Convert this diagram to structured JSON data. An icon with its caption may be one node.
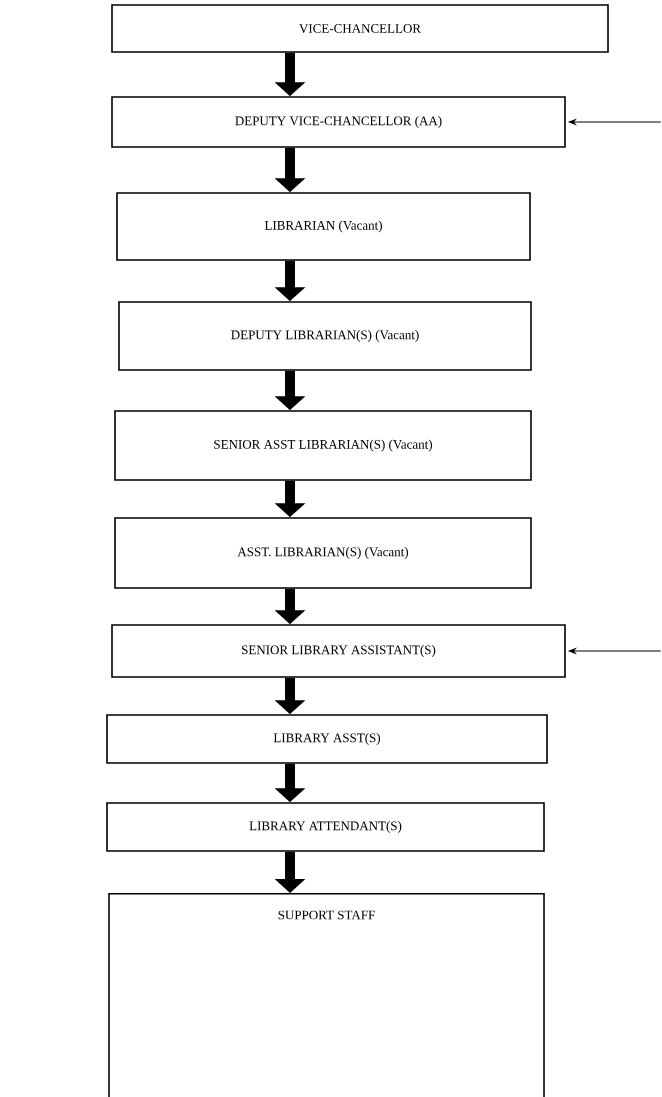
{
  "diagram": {
    "nodes": [
      {
        "text": [
          "VICE-CHANCELLOR"
        ]
      },
      {
        "text": [
          "DEPUTY VICE-CHANCELLOR (AA)"
        ]
      },
      {
        "text": [
          "LIBRARIAN (Vacant)"
        ]
      },
      {
        "text": [
          "DEPUTY LIBRARIAN(S) (Vacant)"
        ]
      },
      {
        "text": [
          "SENIOR ASST LIBRARIAN(S) (Vacant)"
        ]
      },
      {
        "text": [
          "ASST. LIBRARIAN(S) (Vacant)"
        ]
      },
      {
        "text": [
          "SENIOR LIBRARY ASSISTANT(S)"
        ]
      },
      {
        "text": [
          "LIBRARY ASST(S)"
        ]
      },
      {
        "text": [
          "LIBRARY ATTENDANT(S)"
        ]
      },
      {
        "text": [
          "SUPPORT STAFF"
        ]
      }
    ],
    "edges": [
      {
        "from": 0,
        "to": 1,
        "arrow": "to"
      },
      {
        "from": 1,
        "to": 2,
        "arrow": "to"
      },
      {
        "from": 2,
        "to": 3,
        "arrow": "to"
      },
      {
        "from": 3,
        "to": 4,
        "arrow": "to"
      },
      {
        "from": 4,
        "to": 5,
        "arrow": "to"
      },
      {
        "from": 5,
        "to": 6,
        "arrow": "to"
      },
      {
        "from": 6,
        "to": 7,
        "arrow": "to"
      },
      {
        "from": 7,
        "to": 8,
        "arrow": "to"
      },
      {
        "from": 8,
        "to": 9,
        "arrow": "to"
      },
      {
        "from": null,
        "to": 1,
        "arrow": "to"
      },
      {
        "from": null,
        "to": 6,
        "arrow": "to"
      }
    ]
  }
}
